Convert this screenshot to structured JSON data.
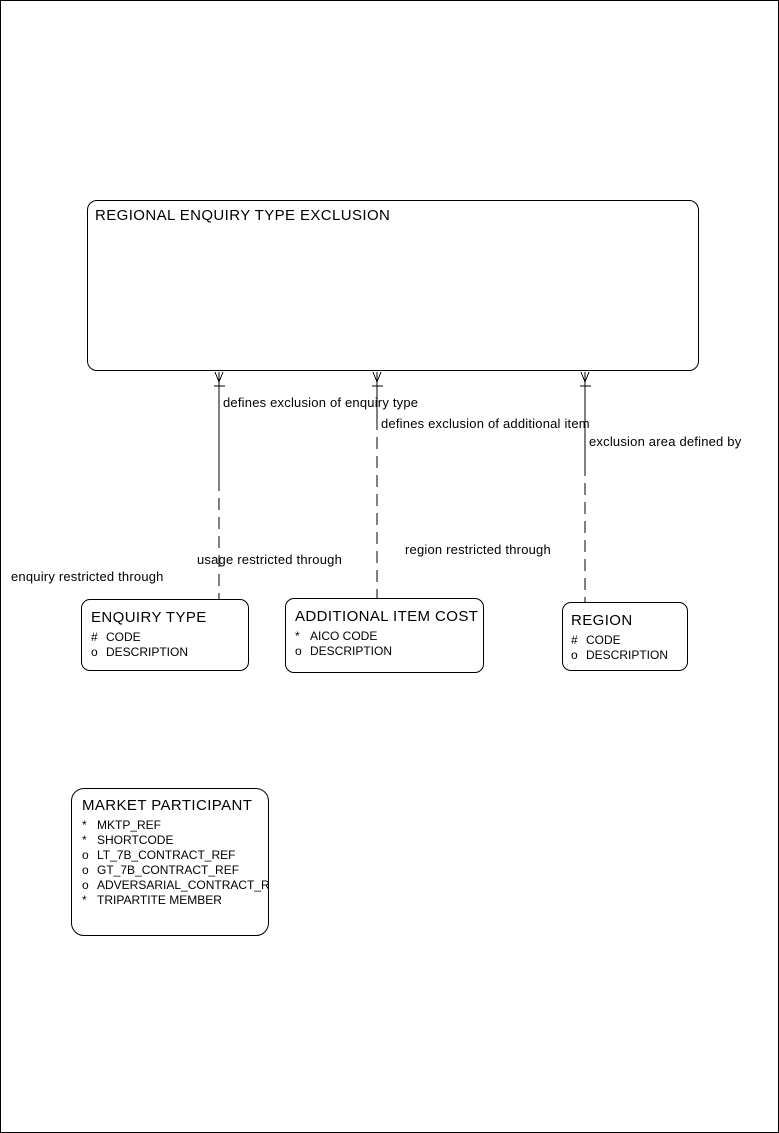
{
  "diagram_type": "entity-relationship-diagram",
  "colors": {
    "background": "#ffffff",
    "line": "#000000",
    "text": "#000000"
  },
  "entities": {
    "regional_enquiry_type_exclusion": {
      "name": "REGIONAL ENQUIRY TYPE EXCLUSION",
      "attributes": []
    },
    "enquiry_type": {
      "name": "ENQUIRY TYPE",
      "attributes": [
        {
          "marker": "#",
          "name": "CODE"
        },
        {
          "marker": "o",
          "name": "DESCRIPTION"
        }
      ]
    },
    "additional_item_cost": {
      "name": "ADDITIONAL ITEM COST",
      "attributes": [
        {
          "marker": "*",
          "name": "AICO CODE"
        },
        {
          "marker": "o",
          "name": "DESCRIPTION"
        }
      ]
    },
    "region": {
      "name": "REGION",
      "attributes": [
        {
          "marker": "#",
          "name": "CODE"
        },
        {
          "marker": "o",
          "name": "DESCRIPTION"
        }
      ]
    },
    "market_participant": {
      "name": "MARKET PARTICIPANT",
      "attributes": [
        {
          "marker": "*",
          "name": "MKTP_REF"
        },
        {
          "marker": "*",
          "name": "SHORTCODE"
        },
        {
          "marker": "o",
          "name": "LT_7B_CONTRACT_REF"
        },
        {
          "marker": "o",
          "name": "GT_7B_CONTRACT_REF"
        },
        {
          "marker": "o",
          "name": "ADVERSARIAL_CONTRACT_RE"
        },
        {
          "marker": "*",
          "name": "TRIPARTITE MEMBER"
        }
      ]
    }
  },
  "relationships": [
    {
      "from": "REGIONAL ENQUIRY TYPE EXCLUSION",
      "to": "ENQUIRY TYPE",
      "parent_label": "defines exclusion of enquiry type",
      "child_label": "enquiry restricted through"
    },
    {
      "from": "REGIONAL ENQUIRY TYPE EXCLUSION",
      "to": "ADDITIONAL ITEM COST",
      "parent_label": "defines exclusion of additional item",
      "child_label": "usage restricted through"
    },
    {
      "from": "REGIONAL ENQUIRY TYPE EXCLUSION",
      "to": "REGION",
      "parent_label": "exclusion area defined by",
      "child_label": "region restricted through"
    }
  ]
}
